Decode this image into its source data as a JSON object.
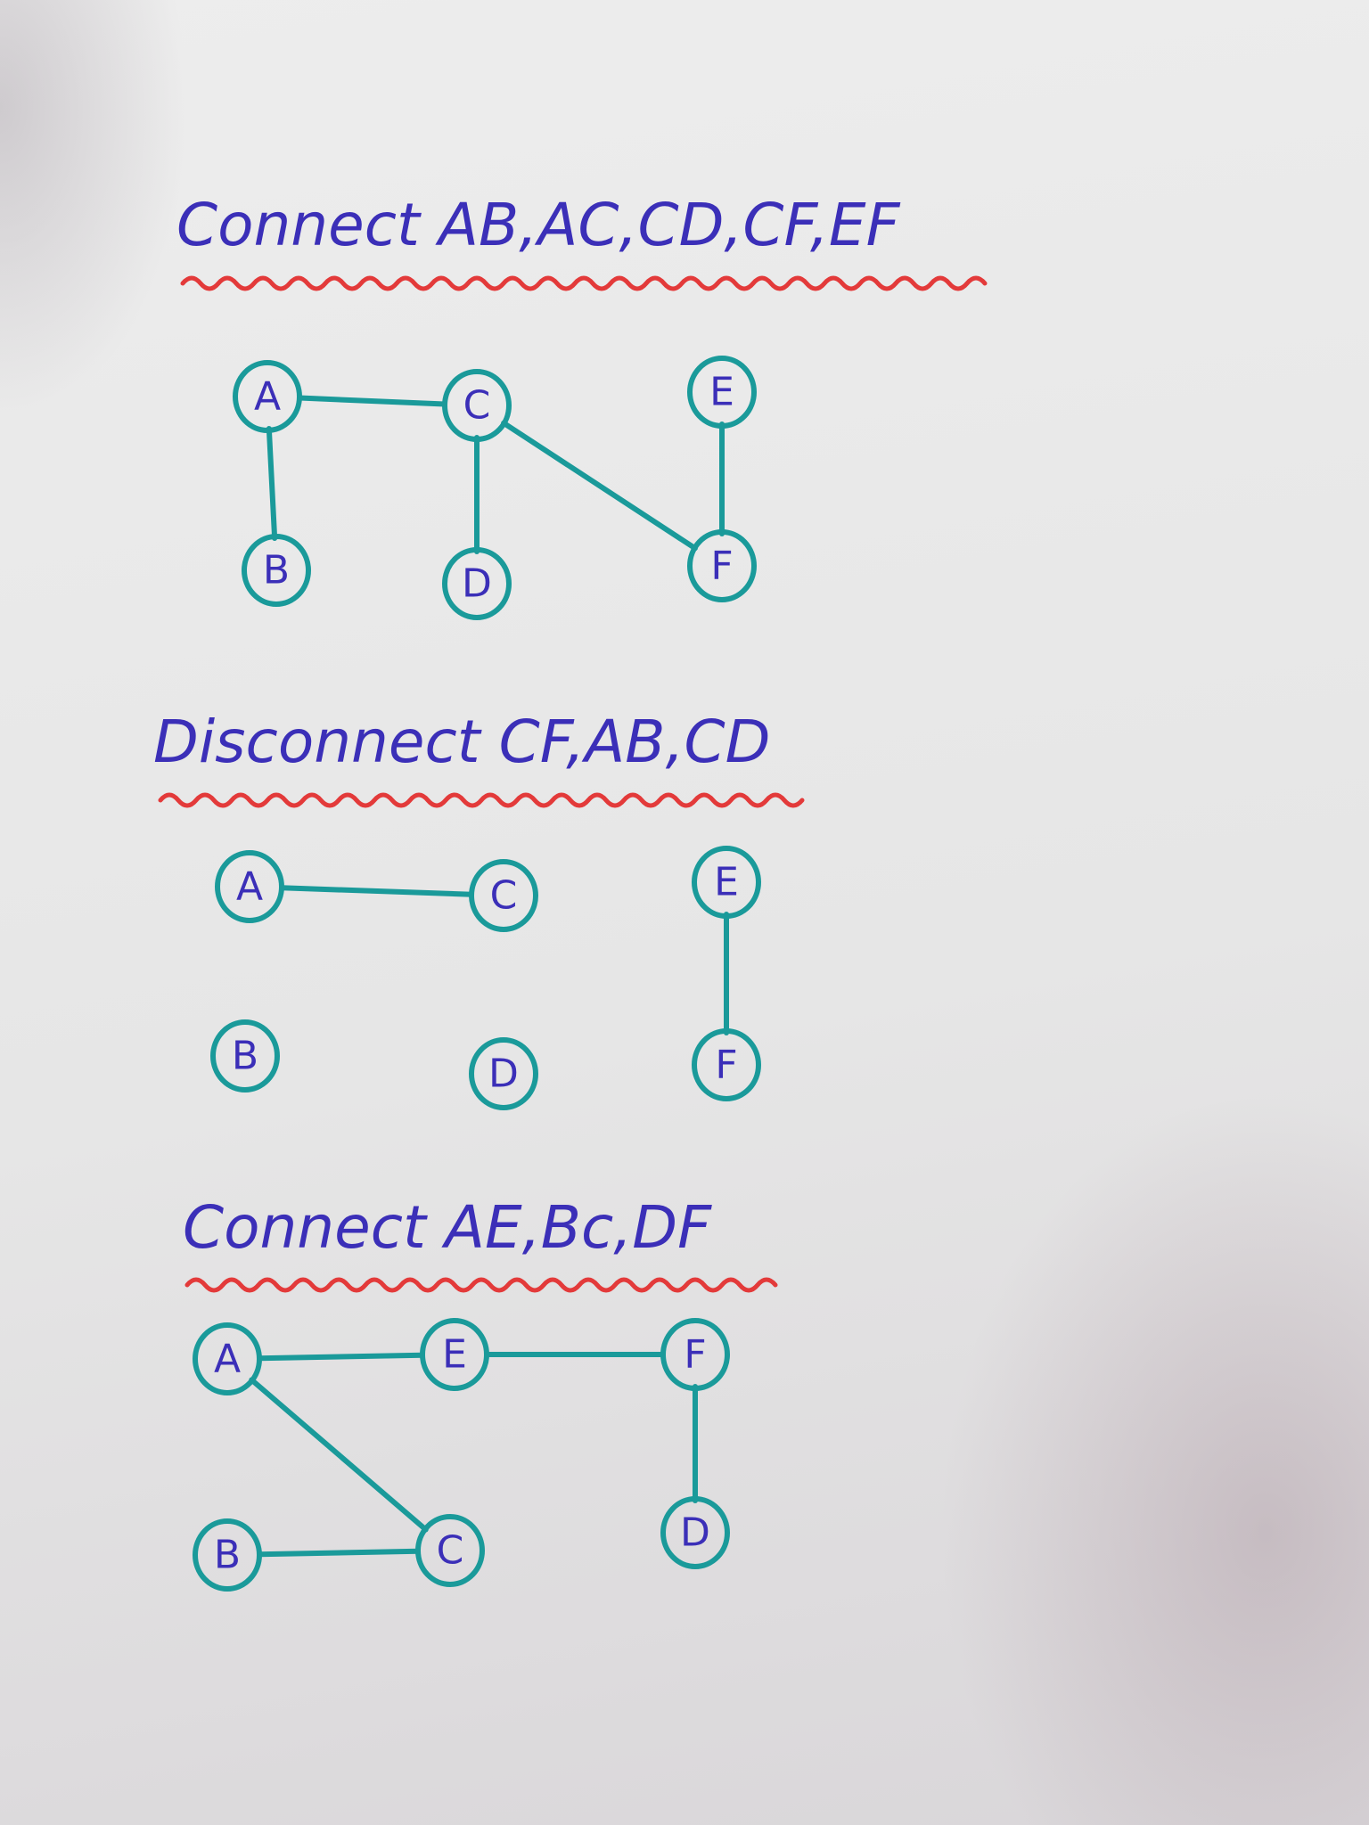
{
  "colors": {
    "heading_ink": "#3b2fb8",
    "node_ink": "#1a9a9a",
    "label_ink": "#3b2fb8",
    "underline_ink": "#e33a3a",
    "paper": "#ebebeb"
  },
  "steps": [
    {
      "heading": "Connect AB,AC,CD,CF,EF",
      "nodes": [
        "A",
        "B",
        "C",
        "D",
        "E",
        "F"
      ],
      "edges": [
        [
          "A",
          "B"
        ],
        [
          "A",
          "C"
        ],
        [
          "C",
          "D"
        ],
        [
          "C",
          "F"
        ],
        [
          "E",
          "F"
        ]
      ]
    },
    {
      "heading": "Disconnect CF,AB,CD",
      "nodes": [
        "A",
        "B",
        "C",
        "D",
        "E",
        "F"
      ],
      "edges": [
        [
          "A",
          "C"
        ],
        [
          "E",
          "F"
        ]
      ]
    },
    {
      "heading": "Connect AE,Bc,DF",
      "nodes": [
        "A",
        "B",
        "C",
        "D",
        "E",
        "F"
      ],
      "edges": [
        [
          "A",
          "E"
        ],
        [
          "E",
          "F"
        ],
        [
          "F",
          "D"
        ],
        [
          "A",
          "C"
        ],
        [
          "B",
          "C"
        ]
      ]
    }
  ]
}
